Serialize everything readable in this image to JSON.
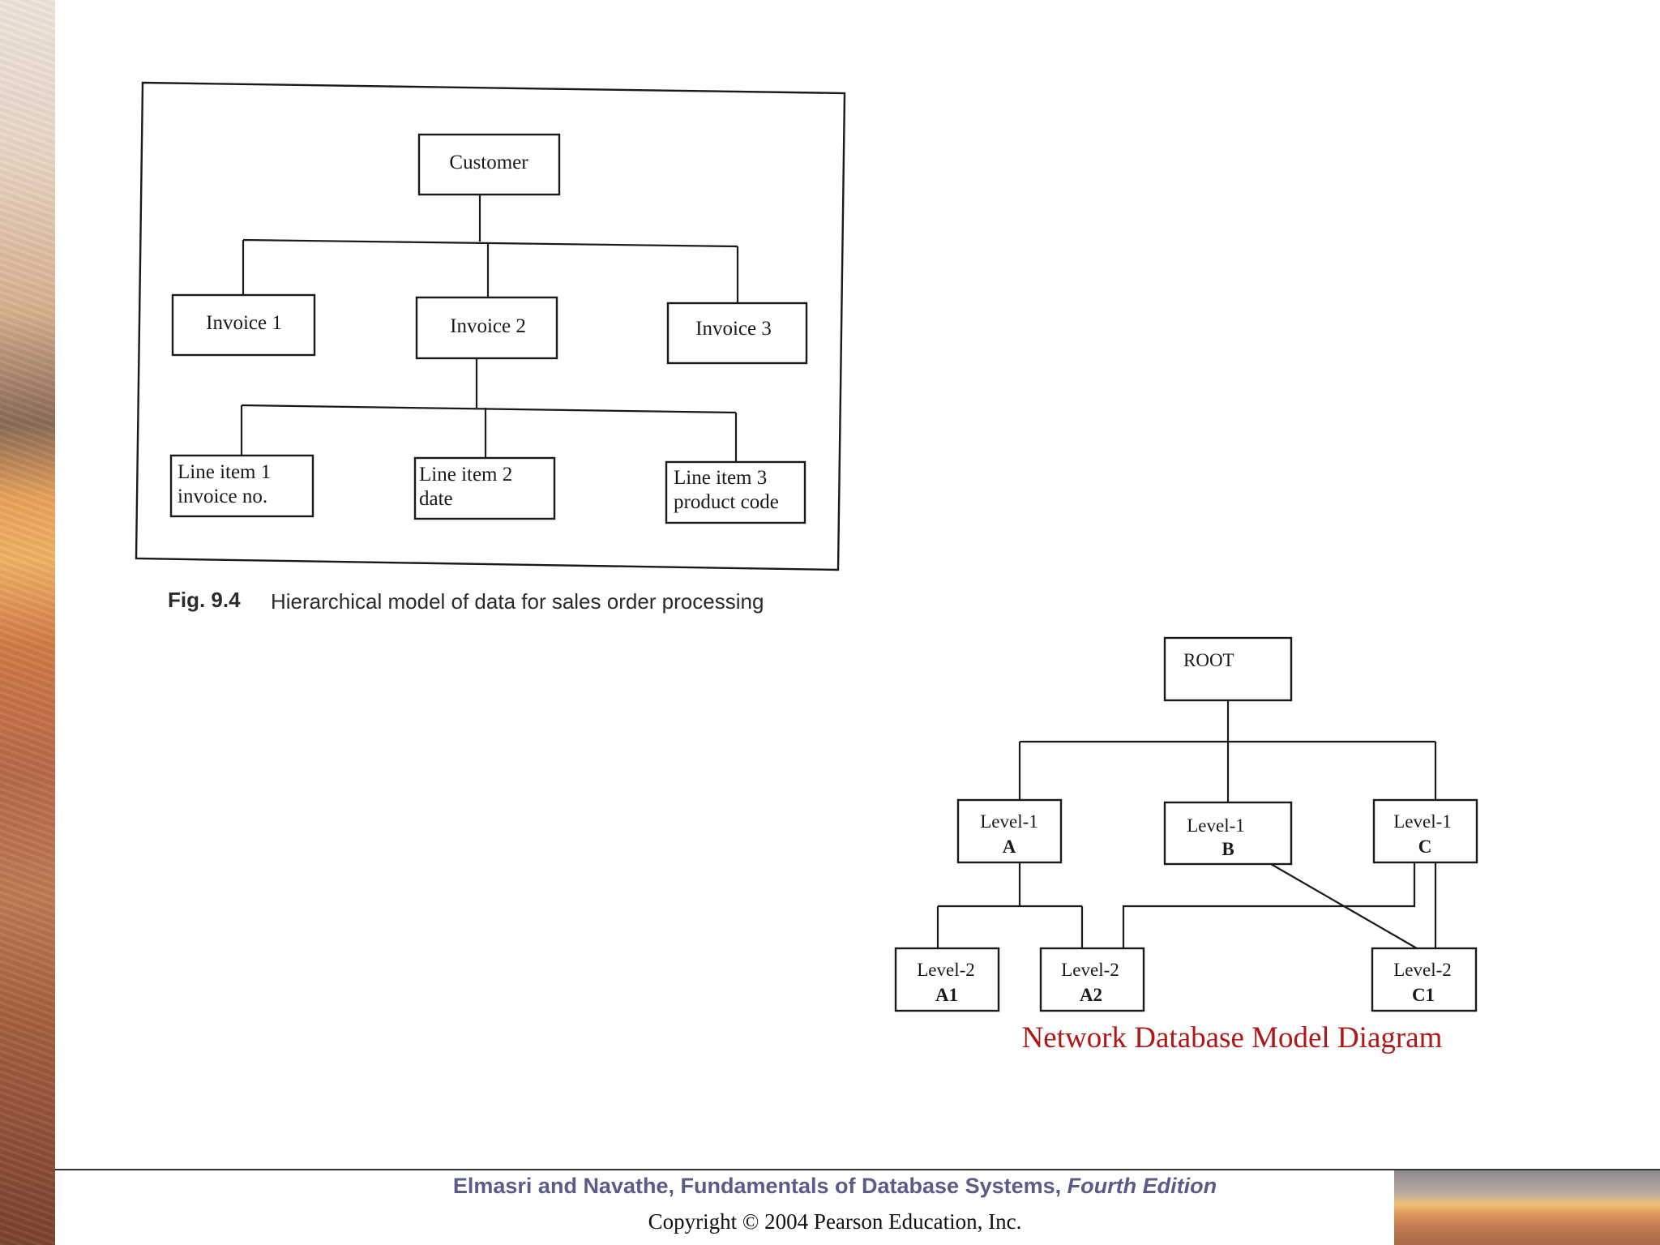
{
  "hierarchical": {
    "nodes": {
      "customer": "Customer",
      "invoice1": "Invoice 1",
      "invoice2": "Invoice 2",
      "invoice3": "Invoice 3",
      "line1": [
        "Line item 1",
        "invoice no."
      ],
      "line2": [
        "Line item 2",
        "date"
      ],
      "line3": [
        "Line item 3",
        "product code"
      ]
    },
    "caption_label": "Fig. 9.4",
    "caption_text": "Hierarchical model of data for sales order processing"
  },
  "network": {
    "nodes": {
      "root": "ROOT",
      "l1a": [
        "Level-1",
        "A"
      ],
      "l1b": [
        "Level-1",
        "B"
      ],
      "l1c": [
        "Level-1",
        "C"
      ],
      "l2a1": [
        "Level-2",
        "A1"
      ],
      "l2a2": [
        "Level-2",
        "A2"
      ],
      "l2c1": [
        "Level-2",
        "C1"
      ]
    },
    "caption": "Network Database Model Diagram"
  },
  "footer": {
    "title_main": "Elmasri and Navathe, Fundamentals of Database Systems,",
    "title_edition": "Fourth Edition",
    "copyright": "Copyright © 2004 Pearson Education, Inc."
  }
}
